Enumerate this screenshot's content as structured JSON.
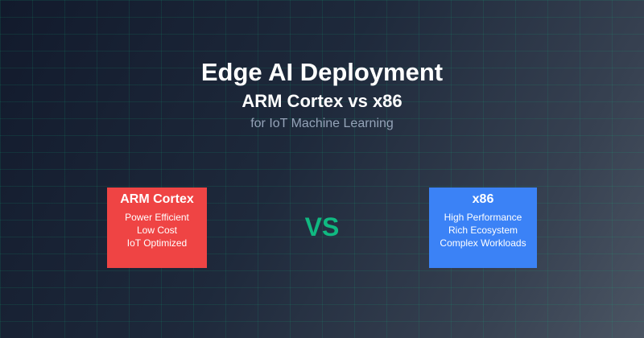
{
  "header": {
    "title": "Edge AI Deployment",
    "subtitle": "ARM Cortex vs x86",
    "tagline": "for IoT Machine Learning"
  },
  "left": {
    "title": "ARM Cortex",
    "features": [
      "Power Efficient",
      "Low Cost",
      "IoT Optimized"
    ],
    "color": "#ef4444"
  },
  "vs": {
    "label": "VS",
    "color": "#10b981"
  },
  "right": {
    "title": "x86",
    "features": [
      "High Performance",
      "Rich Ecosystem",
      "Complex Workloads"
    ],
    "color": "#3b82f6"
  }
}
